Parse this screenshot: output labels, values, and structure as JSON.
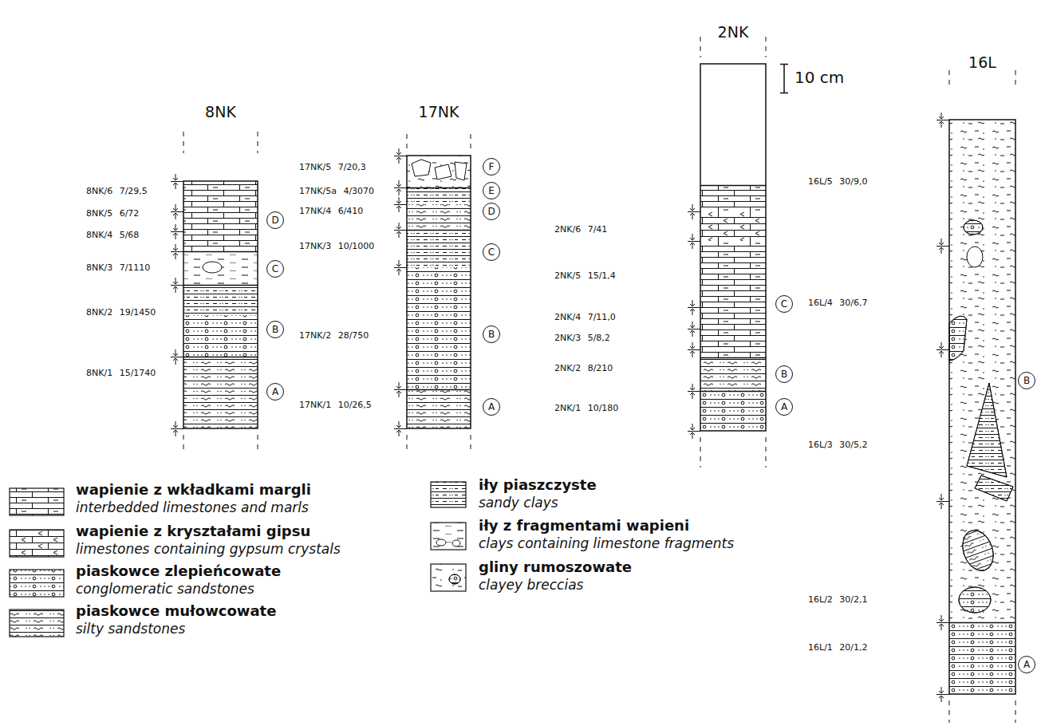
{
  "diagram": {
    "nodes": [
      {
        "text": [
          "8NK"
        ]
      },
      {
        "text": [
          "D"
        ]
      },
      {
        "text": [
          "C"
        ]
      },
      {
        "text": [
          "B"
        ]
      },
      {
        "text": [
          "A"
        ]
      },
      {
        "text": [
          "17NK"
        ]
      },
      {
        "text": [
          "F"
        ]
      },
      {
        "text": [
          "E"
        ]
      },
      {
        "text": [
          "D"
        ]
      },
      {
        "text": [
          "C"
        ]
      },
      {
        "text": [
          "B"
        ]
      },
      {
        "text": [
          "A"
        ]
      },
      {
        "text": [
          "2NK"
        ]
      },
      {
        "text": [
          "C"
        ]
      },
      {
        "text": [
          "B"
        ]
      },
      {
        "text": [
          "A"
        ]
      },
      {
        "text": [
          "16L"
        ]
      },
      {
        "text": [
          "B"
        ]
      },
      {
        "text": [
          "A"
        ]
      }
    ],
    "labels": [
      "8NK/6 7/29,5",
      "8NK/5 6/72",
      "8NK/4 5/68",
      "8NK/3 7/1110",
      "8NK/2 19/1450",
      "8NK/1 15/1740",
      "17NK/5 7/20,3",
      "17NK/5a 4/3070",
      "17NK/4 6/410",
      "17NK/3 10/1000",
      "17NK/2 28/750",
      "17NK/1 10/26,5",
      "2NK/6 7/41",
      "2NK/5 15/1,4",
      "2NK/4 7/11,0",
      "2NK/3 5/8,2",
      "2NK/2 8/210",
      "2NK/1 10/180",
      "16L/5 30/9,0",
      "16L/4 30/6,7",
      "16L/3 30/5,2",
      "16L/2 30/2,1",
      "16L/1 20/1,2",
      "10 cm"
    ],
    "legend": [
      {
        "text": "wapienie z wkładkami margli"
      },
      {
        "text": "interbedded limestones and marls"
      },
      {
        "text": "wapienie z kryształami gipsu"
      },
      {
        "text": "limestones containing gypsum crystals"
      },
      {
        "text": "piaskowce zlepieńcowate"
      },
      {
        "text": "conglomeratic sandstones"
      },
      {
        "text": "piaskowce mułowcowate"
      },
      {
        "text": "silty sandstones"
      },
      {
        "text": "iły piaszczyste"
      },
      {
        "text": "sandy clays"
      },
      {
        "text": "iły z fragmentami wapieni"
      },
      {
        "text": "clays containing limestone fragments"
      },
      {
        "text": "gliny rumoszowate"
      },
      {
        "text": "clayey breccias"
      }
    ]
  }
}
